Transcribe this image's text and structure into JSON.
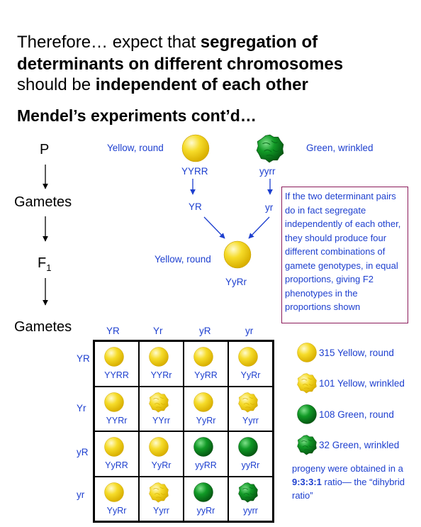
{
  "heading": {
    "l1_plain": "Therefore… expect that ",
    "l1_bold": "segregation of",
    "l2_bold": "determinants on different chromosomes",
    "l3_plain": "should be ",
    "l3_bold": "independent of each other"
  },
  "subtitle": "Mendel’s experiments cont’d…",
  "left_labels": {
    "p": "P",
    "gametes1": "Gametes",
    "f1": "F",
    "f1_sub": "1",
    "gametes2": "Gametes"
  },
  "parents": {
    "left_label": "Yellow, round",
    "right_label": "Green, wrinkled",
    "left_geno": "YYRR",
    "right_geno": "yyrr",
    "left_gamete": "YR",
    "right_gamete": "yr"
  },
  "f1": {
    "label": "Yellow, round",
    "geno": "YyRr"
  },
  "note": "If the two determinant pairs do in fact segregate independently of each other, they should produce four different combinations of gamete genotypes, in equal proportions, giving F2 phenotypes in the proportions shown",
  "punnett": {
    "col_headers": [
      "YR",
      "Yr",
      "yR",
      "yr"
    ],
    "row_headers": [
      "YR",
      "Yr",
      "yR",
      "yr"
    ],
    "cells": [
      [
        {
          "g": "YYRR",
          "p": "yr"
        },
        {
          "g": "YYRr",
          "p": "yr"
        },
        {
          "g": "YyRR",
          "p": "yr"
        },
        {
          "g": "YyRr",
          "p": "yr"
        }
      ],
      [
        {
          "g": "YYRr",
          "p": "yr"
        },
        {
          "g": "YYrr",
          "p": "yw"
        },
        {
          "g": "YyRr",
          "p": "yr"
        },
        {
          "g": "Yyrr",
          "p": "yw"
        }
      ],
      [
        {
          "g": "YyRR",
          "p": "yr"
        },
        {
          "g": "YyRr",
          "p": "yr"
        },
        {
          "g": "yyRR",
          "p": "gr"
        },
        {
          "g": "yyRr",
          "p": "gr"
        }
      ],
      [
        {
          "g": "YyRr",
          "p": "yr"
        },
        {
          "g": "Yyrr",
          "p": "yw"
        },
        {
          "g": "yyRr",
          "p": "gr"
        },
        {
          "g": "yyrr",
          "p": "gw"
        }
      ]
    ]
  },
  "legend": [
    {
      "type": "yr",
      "text": "315 Yellow, round"
    },
    {
      "type": "yw",
      "text": "101 Yellow, wrinkled"
    },
    {
      "type": "gr",
      "text": "108 Green, round"
    },
    {
      "type": "gw",
      "text": "32 Green, wrinkled"
    }
  ],
  "footnote": {
    "pre": "progeny were obtained in a ",
    "ratio": "9:3:3:1",
    "post": " ratio— the “dihybrid ratio”"
  },
  "colors": {
    "text_blue": "#1d3fcf",
    "note_border": "#8b1a5a",
    "yellow": "#f4d51f",
    "green": "#0c8a20"
  }
}
